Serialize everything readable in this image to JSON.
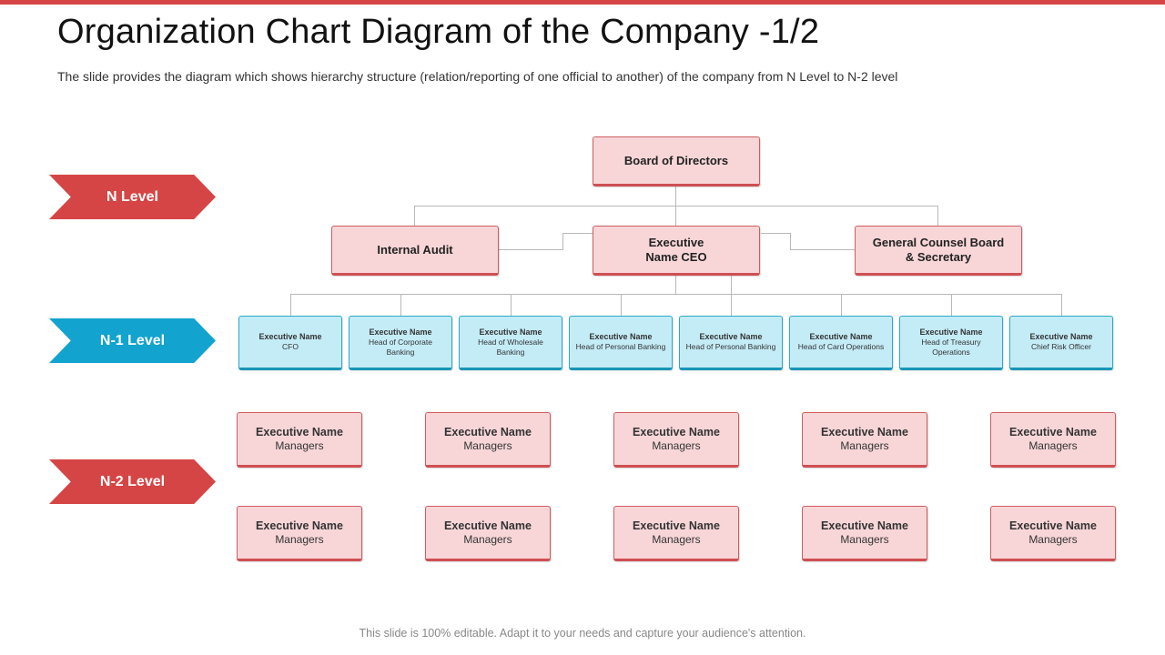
{
  "slide": {
    "title": "Organization Chart Diagram of the Company -1/2",
    "subtitle": "The slide provides the diagram which shows hierarchy structure (relation/reporting of one official to another) of the company from N Level to N-2 level",
    "footer": "This slide is 100% editable. Adapt it to your needs and capture your audience's attention."
  },
  "levels": {
    "n": "N Level",
    "n1": "N-1 Level",
    "n2": "N-2 Level"
  },
  "n_level": {
    "board": "Board of Directors",
    "audit": "Internal Audit",
    "ceo": "Executive\nName CEO",
    "counsel": "General Counsel Board\n& Secretary"
  },
  "n1_level": [
    {
      "name": "Executive Name",
      "role": "CFO"
    },
    {
      "name": "Executive Name",
      "role": "Head of Corporate Banking"
    },
    {
      "name": "Executive Name",
      "role": "Head of Wholesale Banking"
    },
    {
      "name": "Executive Name",
      "role": "Head of Personal Banking"
    },
    {
      "name": "Executive Name",
      "role": "Head of Personal Banking"
    },
    {
      "name": "Executive Name",
      "role": "Head of Card Operations"
    },
    {
      "name": "Executive Name",
      "role": "Head of Treasury Operations"
    },
    {
      "name": "Executive Name",
      "role": "Chief Risk Officer"
    }
  ],
  "n2_level": [
    {
      "name": "Executive Name",
      "role": "Managers"
    },
    {
      "name": "Executive Name",
      "role": "Managers"
    },
    {
      "name": "Executive Name",
      "role": "Managers"
    },
    {
      "name": "Executive Name",
      "role": "Managers"
    },
    {
      "name": "Executive Name",
      "role": "Managers"
    },
    {
      "name": "Executive Name",
      "role": "Managers"
    },
    {
      "name": "Executive Name",
      "role": "Managers"
    },
    {
      "name": "Executive Name",
      "role": "Managers"
    },
    {
      "name": "Executive Name",
      "role": "Managers"
    },
    {
      "name": "Executive Name",
      "role": "Managers"
    }
  ],
  "colors": {
    "accent_red": "#d64545",
    "accent_blue": "#12a3cf",
    "pink_fill": "#f8d6d8",
    "cyan_fill": "#c4ecf7"
  }
}
